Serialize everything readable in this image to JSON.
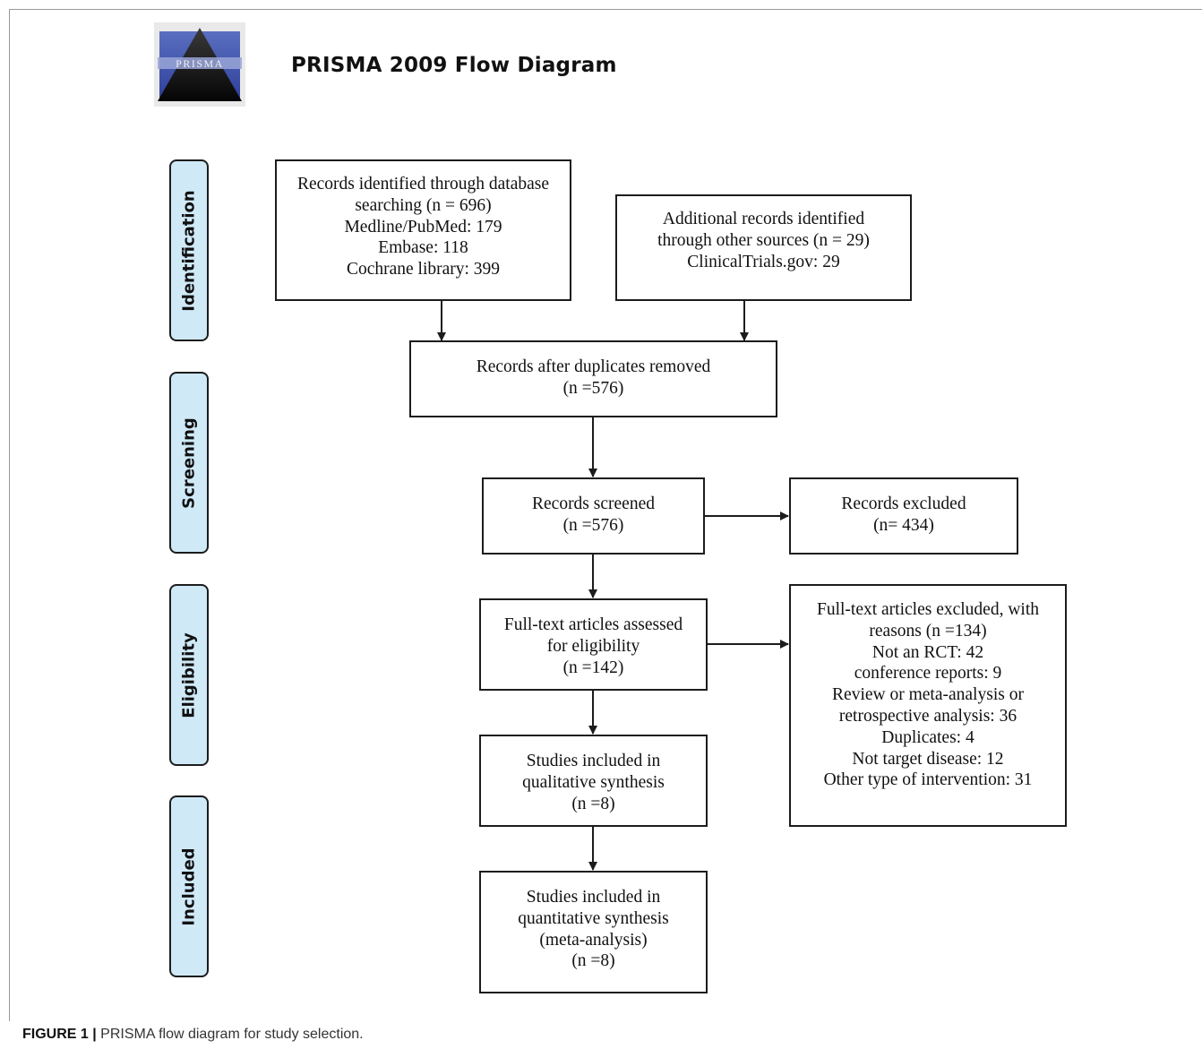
{
  "header": {
    "logo_text": "PRISMA",
    "title": "PRISMA 2009 Flow Diagram"
  },
  "stages": {
    "identification": "Identification",
    "screening": "Screening",
    "eligibility": "Eligibility",
    "included": "Included"
  },
  "boxes": {
    "database_search": [
      "Records identified through database",
      "searching (n = 696)",
      "Medline/PubMed: 179",
      "Embase: 118",
      "Cochrane library: 399"
    ],
    "other_sources": [
      "Additional records identified",
      "through other sources (n = 29)",
      "ClinicalTrials.gov: 29"
    ],
    "after_duplicates": [
      "Records after duplicates removed",
      "(n =576)"
    ],
    "screened": [
      "Records screened",
      "(n =576)"
    ],
    "excluded": [
      "Records excluded",
      "(n= 434)"
    ],
    "fulltext_assessed": [
      "Full-text articles assessed",
      "for eligibility",
      "(n =142)"
    ],
    "fulltext_excluded": [
      "Full-text articles excluded, with",
      "reasons (n =134)",
      "Not an RCT: 42",
      "conference reports: 9",
      "Review or meta-analysis or",
      "retrospective analysis: 36",
      "Duplicates: 4",
      "Not target disease: 12",
      "Other type of intervention: 31"
    ],
    "qualitative": [
      "Studies included in",
      "qualitative synthesis",
      "(n =8)"
    ],
    "quantitative": [
      "Studies included in",
      "quantitative synthesis",
      "(meta-analysis)",
      "(n =8)"
    ]
  },
  "caption": {
    "lead": "FIGURE 1 |",
    "text": " PRISMA flow diagram for study selection."
  }
}
